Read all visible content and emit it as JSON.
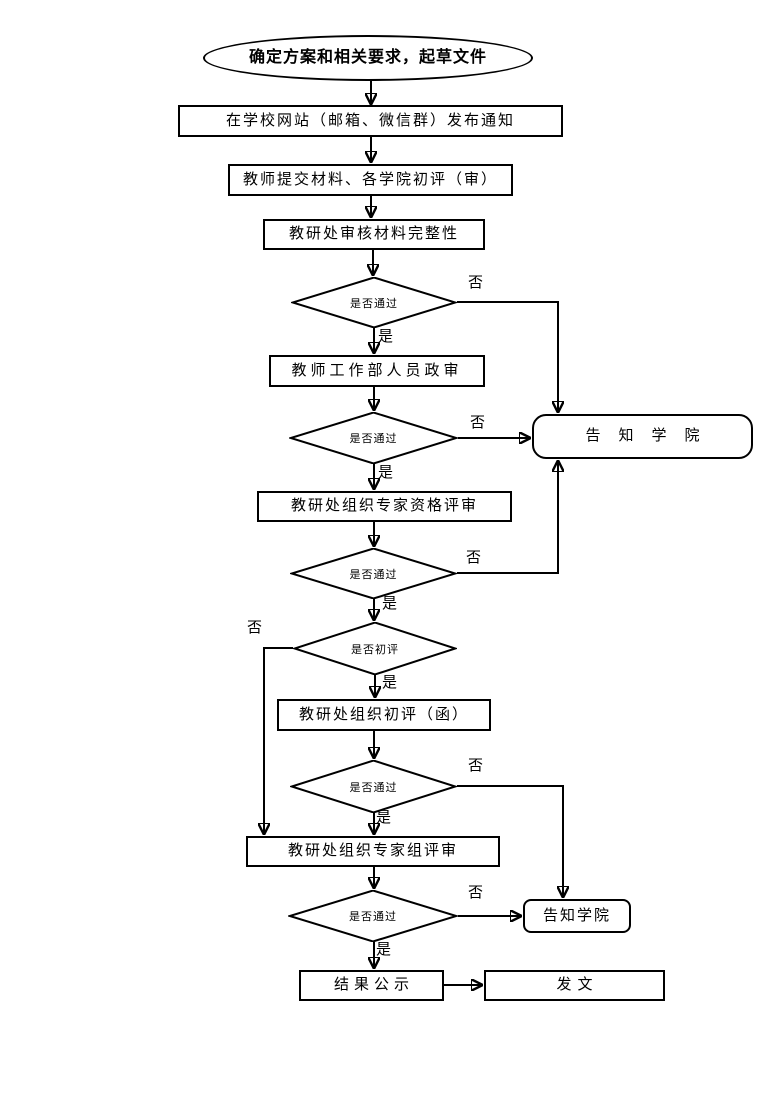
{
  "flowchart": {
    "nodes": {
      "start": "确定方案和相关要求，起草文件",
      "publish_notice": "在学校网站（邮箱、微信群）发布通知",
      "teacher_submit": "教师提交材料、各学院初评（审）",
      "material_check": "教研处审核材料完整性",
      "decision_pass_1": "是否通过",
      "political_review": "教师工作部人员政审",
      "decision_pass_2": "是否通过",
      "notify_college_main": "告知学院",
      "expert_qualification_review": "教研处组织专家资格评审",
      "decision_pass_3": "是否通过",
      "decision_preliminary": "是否初评",
      "preliminary_review": "教研处组织初评（函）",
      "decision_pass_4": "是否通过",
      "expert_group_review": "教研处组织专家组评审",
      "decision_pass_5": "是否通过",
      "notify_college_small": "告知学院",
      "result_publicity": "结果公示",
      "issue_document": "发文"
    },
    "edge_labels": {
      "yes": "是",
      "no": "否"
    },
    "colors": {
      "line": "#000000",
      "fill": "#ffffff",
      "text": "#000000",
      "background": "#ffffff"
    }
  }
}
